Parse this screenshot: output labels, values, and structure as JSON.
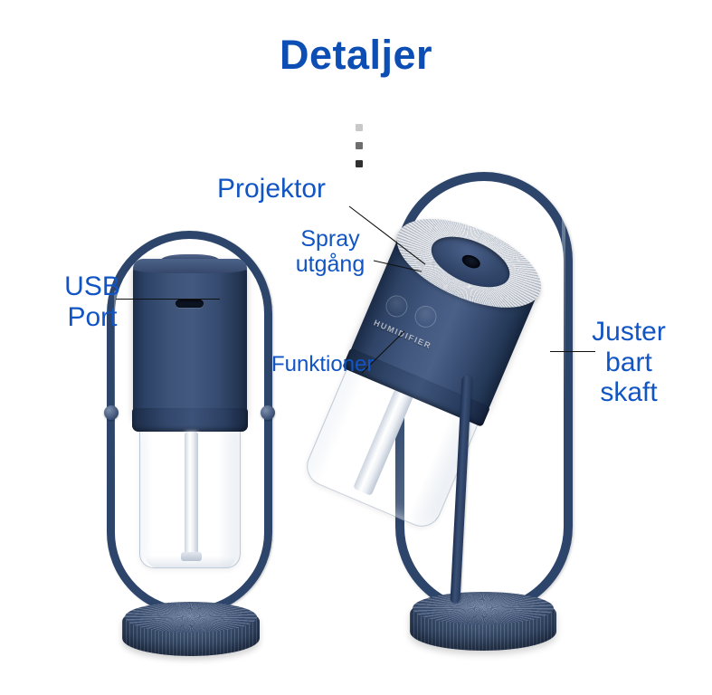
{
  "page": {
    "title": "Detaljer",
    "title_color": "#0d4eb5",
    "label_color": "#1155c4",
    "background": "#ffffff",
    "language": "sv"
  },
  "ornament": {
    "name": "vertical-dots",
    "dot_count": 3,
    "dot_colors": [
      "#c9c9c9",
      "#6e6e6e",
      "#2f2f2f"
    ]
  },
  "annotations": [
    {
      "id": "usb-port",
      "text": "USB\nPort",
      "lines": [
        "USB",
        "Port"
      ],
      "leader": "horizontal-right"
    },
    {
      "id": "projektor",
      "text": "Projektor",
      "lines": [
        "Projektor"
      ],
      "leader": "diagonal-down-right"
    },
    {
      "id": "spray",
      "text": "Spray\nutgång",
      "lines": [
        "Spray",
        "utgång"
      ],
      "leader": "diagonal-right"
    },
    {
      "id": "funktioner",
      "text": "Funktioner",
      "lines": [
        "Funktioner"
      ],
      "leader": "diagonal-up-right"
    },
    {
      "id": "justerbart",
      "text": "Juster\nbart\nskaft",
      "lines": [
        "Juster",
        "bart",
        "skaft"
      ],
      "leader": "horizontal-left"
    }
  ],
  "products": [
    {
      "id": "humidifier-upright",
      "orientation": "upright",
      "parts": [
        "stand-arch",
        "hinge-pivot",
        "top-cap",
        "navy-body",
        "usb-slot",
        "collar",
        "water-tank",
        "wick-tube",
        "ribbed-base"
      ],
      "body_color": "#3d5378",
      "base_color": "#2e4265"
    },
    {
      "id": "humidifier-tilted",
      "orientation": "tilted",
      "tilt_degrees": 23,
      "brand_text": "HUMIDIFIER",
      "button_count": 2,
      "parts": [
        "stand-arch",
        "spray-disc",
        "nozzle",
        "navy-body",
        "control-buttons",
        "brand-label",
        "collar",
        "water-tank",
        "wick-tube",
        "front-rail",
        "ribbed-base"
      ],
      "body_color": "#42587f",
      "disc_color": "#c9ced7",
      "base_color": "#2e4265"
    }
  ]
}
